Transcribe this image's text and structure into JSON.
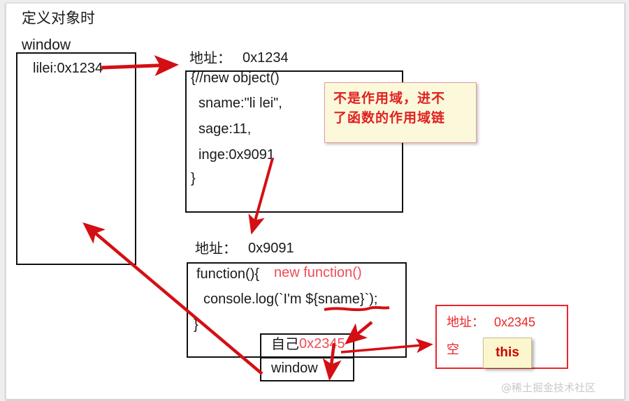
{
  "title_label": "定义对象时",
  "window_scope": {
    "label": "window",
    "entry": "lilei:0x1234"
  },
  "object_block": {
    "address_label": "地址：",
    "address_value": "0x1234",
    "lines": [
      "{//new object()",
      "sname:\"li lei\",",
      "sage:11,",
      "inge:0x9091",
      "}"
    ]
  },
  "note": {
    "line1": "不是作用域，进不",
    "line2": "了函数的作用域链"
  },
  "function_block": {
    "address_label": "地址：",
    "address_value": "0x9091",
    "signature": "function(){",
    "annotation": "new function()",
    "body": "console.log(`I'm ${sname}`);",
    "close": "}",
    "scope_table": {
      "row1_label": "自己",
      "row1_value": "0x2345",
      "row2_label": "window"
    }
  },
  "this_block": {
    "address_label": "地址：",
    "address_value": "0x2345",
    "empty_label": "空",
    "badge_label": "this"
  },
  "watermark": "@稀土掘金技术社区",
  "colors": {
    "arrow_red": "#d40f14",
    "annotation_red": "#ef4b55",
    "note_border": "#e79a9a",
    "note_fill": "#fcf9db",
    "box_stroke": "#111111"
  }
}
